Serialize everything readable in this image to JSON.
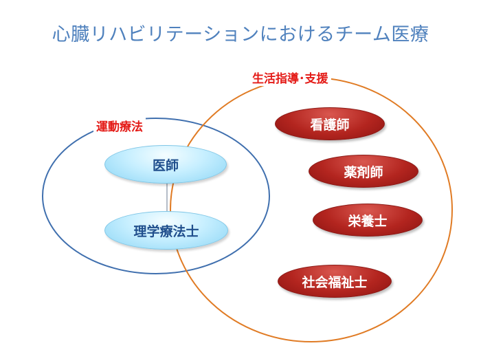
{
  "title": "心臓リハビリテーションにおけるチーム医療",
  "groups": {
    "exercise": {
      "label": "運動療法",
      "color": "#3f6fae"
    },
    "lifestyle": {
      "label": "生活指導･支援",
      "color": "#e07b24"
    }
  },
  "members": {
    "doctor": "医師",
    "physio": "理学療法士",
    "nurse": "看護師",
    "pharmacist": "薬剤師",
    "dietitian": "栄養士",
    "social_worker": "社会福祉士"
  },
  "colors": {
    "title": "#4f81bd",
    "label": "#e41b17",
    "pill_blue": "#b9e6fb",
    "pill_red": "#b3251f"
  }
}
